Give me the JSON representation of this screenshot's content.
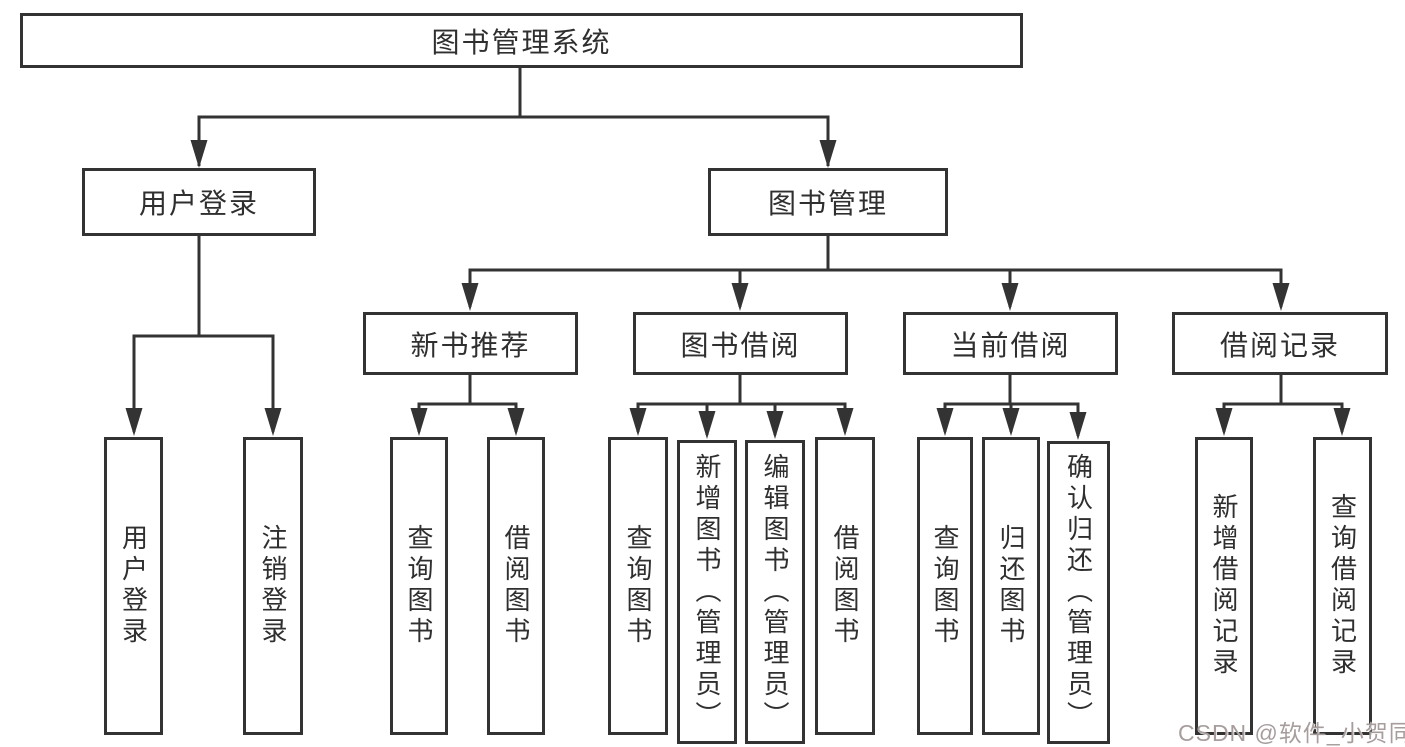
{
  "diagram": {
    "title": "图书管理系统",
    "user_login": {
      "label": "用户登录",
      "children": {
        "login": "用户登录",
        "logout": "注销登录"
      }
    },
    "book_management": {
      "label": "图书管理",
      "new_book_recommend": {
        "label": "新书推荐",
        "children": {
          "query_books": "查询图书",
          "borrow_books": "借阅图书"
        }
      },
      "book_borrowing": {
        "label": "图书借阅",
        "children": {
          "query_books": "查询图书",
          "add_books_admin": "新增图书（管理员）",
          "edit_books_admin": "编辑图书（管理员）",
          "borrow_books": "借阅图书"
        }
      },
      "current_borrowing": {
        "label": "当前借阅",
        "children": {
          "query_books": "查询图书",
          "return_books": "归还图书",
          "confirm_return_admin": "确认归还（管理员）"
        }
      },
      "borrowing_records": {
        "label": "借阅记录",
        "children": {
          "add_record": "新增借阅记录",
          "query_record": "查询借阅记录"
        }
      }
    }
  },
  "watermark": {
    "text": "CSDN @软件_小贺同学"
  },
  "colors": {
    "line": "#333333",
    "border": "#333333",
    "text": "#2f2f2f",
    "watermark": "#a79d9d",
    "background": "#ffffff"
  }
}
